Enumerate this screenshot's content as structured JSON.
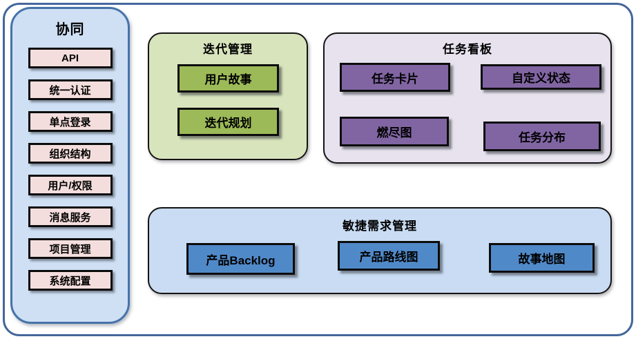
{
  "diagram": {
    "sidebar": {
      "title": "协同",
      "items": [
        "API",
        "统一认证",
        "单点登录",
        "组织结构",
        "用户/权限",
        "消息服务",
        "项目管理",
        "系统配置"
      ]
    },
    "iteration_panel": {
      "title": "迭代管理",
      "items": [
        "用户故事",
        "迭代规划"
      ]
    },
    "kanban_panel": {
      "title": "任务看板",
      "items": [
        "任务卡片",
        "自定义状态",
        "燃尽图",
        "任务分布"
      ]
    },
    "agile_panel": {
      "title": "敏捷需求管理",
      "items": [
        "产品Backlog",
        "产品路线图",
        "故事地图"
      ]
    },
    "colors": {
      "outer_border": "#44679b",
      "sidebar_fill": "#cfe0f4",
      "sidebar_border": "#4573a9",
      "sidebar_item_fill": "#f4dedd",
      "iteration_panel_fill": "#d8e4bc",
      "iteration_item_fill": "#9cba58",
      "kanban_panel_fill": "#e7e2ee",
      "kanban_item_fill": "#8165a3",
      "agile_panel_fill": "#c9dcf3",
      "agile_item_fill": "#5089c8",
      "item_border": "#0c0c0c",
      "text": "#000000"
    }
  }
}
